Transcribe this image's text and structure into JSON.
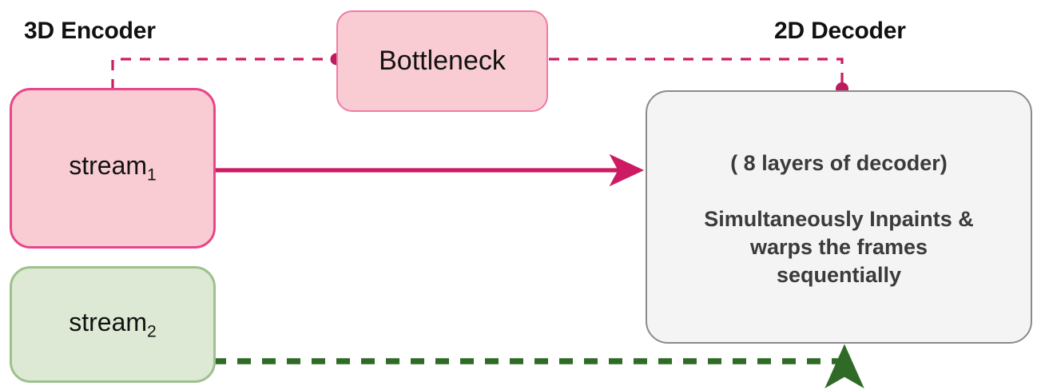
{
  "diagram": {
    "title_left": "3D Encoder",
    "title_right": "2D Decoder",
    "nodes": {
      "stream1": {
        "label_base": "stream",
        "label_sub": "1",
        "fill": "#F8CCD2",
        "stroke": "#E8458B"
      },
      "stream2": {
        "label_base": "stream",
        "label_sub": "2",
        "fill": "#DDE9D4",
        "stroke": "#9DC18C"
      },
      "bottleneck": {
        "label": "Bottleneck",
        "fill": "#F8CCD2",
        "stroke": "#F07CA4"
      },
      "decoder": {
        "line1": "( 8 layers of decoder)",
        "line2": "Simultaneously Inpaints &",
        "line3": "warps the frames",
        "line4": "sequentially",
        "fill": "#F4F4F4",
        "stroke": "#8A8A8A"
      }
    },
    "edges": {
      "bottleneck_link": {
        "style": "dashed",
        "color": "#CC1B62",
        "from": "stream1",
        "to": "decoder",
        "via": "bottleneck"
      },
      "stream1_to_decoder": {
        "style": "solid-arrow",
        "color": "#CC1B62",
        "from": "stream1",
        "to": "decoder"
      },
      "stream2_to_decoder": {
        "style": "dashed-arrow",
        "color": "#2F6B27",
        "from": "stream2",
        "to": "decoder"
      }
    }
  }
}
